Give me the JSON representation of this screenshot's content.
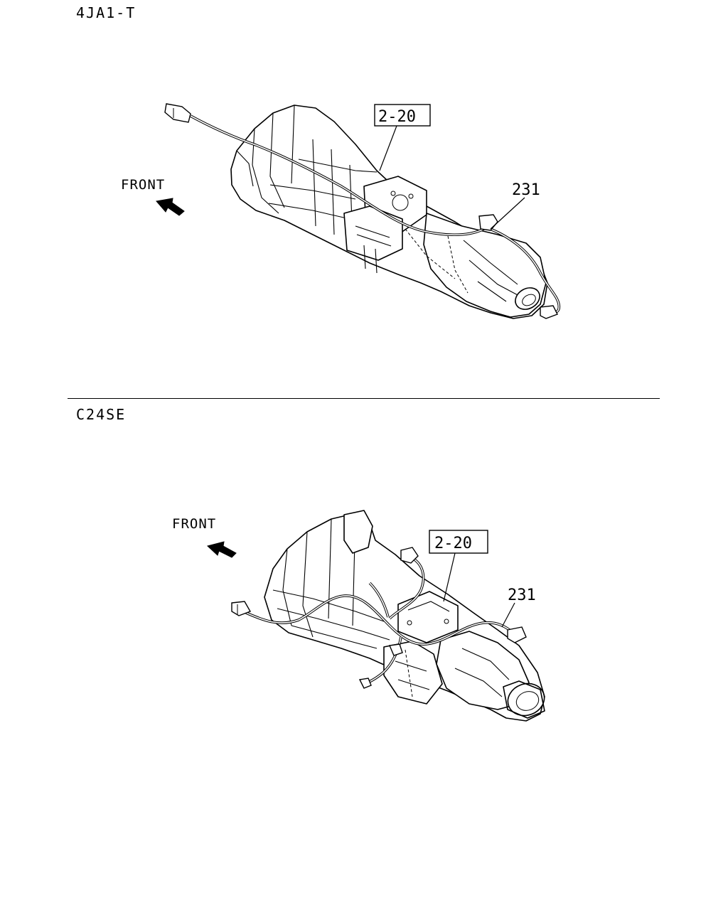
{
  "sections": [
    {
      "title": "4JA1-T",
      "front_label": "FRONT",
      "ref_box_label": "2-20",
      "part_label": "231"
    },
    {
      "title": "C24SE",
      "front_label": "FRONT",
      "ref_box_label": "2-20",
      "part_label": "231"
    }
  ],
  "colors": {
    "line": "#000000",
    "background": "#ffffff"
  },
  "icons": {
    "front_arrow": "front-arrow-icon"
  }
}
